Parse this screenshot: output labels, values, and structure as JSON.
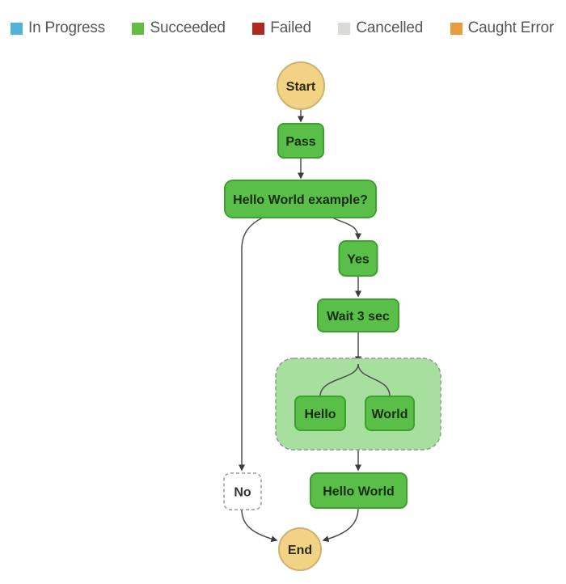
{
  "legend": {
    "items": [
      {
        "label": "In Progress",
        "color": "#54b2d9"
      },
      {
        "label": "Succeeded",
        "color": "#62bd42"
      },
      {
        "label": "Failed",
        "color": "#b0291f"
      },
      {
        "label": "Cancelled",
        "color": "#d9dbd9"
      },
      {
        "label": "Caught Error",
        "color": "#e79c3f"
      }
    ]
  },
  "workflow": {
    "nodes": {
      "start": {
        "label": "Start",
        "status": "start"
      },
      "pass": {
        "label": "Pass",
        "status": "succeeded"
      },
      "choice": {
        "label": "Hello World example?",
        "status": "succeeded"
      },
      "yes": {
        "label": "Yes",
        "status": "succeeded"
      },
      "wait": {
        "label": "Wait 3 sec",
        "status": "succeeded"
      },
      "parallel": {
        "label": "",
        "status": "succeeded-group"
      },
      "hello": {
        "label": "Hello",
        "status": "succeeded"
      },
      "world": {
        "label": "World",
        "status": "succeeded"
      },
      "no": {
        "label": "No",
        "status": "not-executed"
      },
      "hello_world": {
        "label": "Hello World",
        "status": "succeeded"
      },
      "end": {
        "label": "End",
        "status": "end"
      }
    },
    "edges": [
      {
        "from": "start",
        "to": "pass"
      },
      {
        "from": "pass",
        "to": "choice"
      },
      {
        "from": "choice",
        "to": "yes"
      },
      {
        "from": "choice",
        "to": "no"
      },
      {
        "from": "yes",
        "to": "wait"
      },
      {
        "from": "wait",
        "to": "parallel"
      },
      {
        "from": "parallel",
        "to": "hello"
      },
      {
        "from": "parallel",
        "to": "world"
      },
      {
        "from": "parallel",
        "to": "hello_world"
      },
      {
        "from": "no",
        "to": "end"
      },
      {
        "from": "hello_world",
        "to": "end"
      }
    ],
    "colors": {
      "succeeded_fill": "#59bf48",
      "succeeded_border": "#3da02f",
      "terminal_fill": "#f2d385",
      "terminal_border": "#ccb272",
      "group_fill": "#a7e09e",
      "group_border": "#8f9b8f",
      "not_executed_border": "#9a9a9a",
      "edge": "#4f4f4f"
    }
  }
}
